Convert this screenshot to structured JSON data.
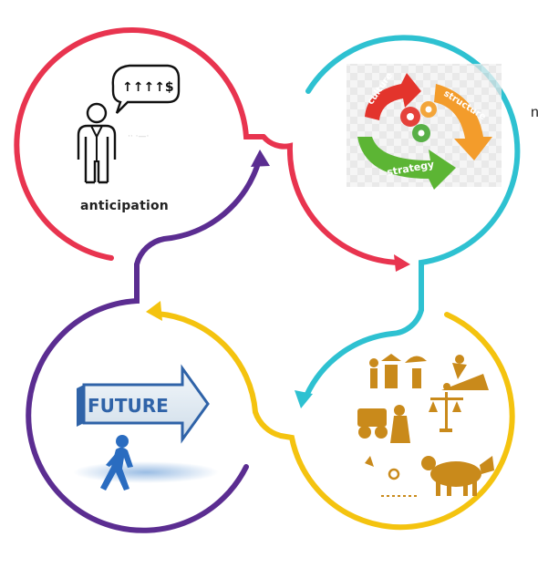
{
  "diagram": {
    "cropped_edge_text": "nt",
    "colors": {
      "red": "#e8344f",
      "blue": "#2ec1d1",
      "yellow": "#f4c30f",
      "purple": "#5b2d91"
    },
    "nodes": [
      {
        "id": "anticipation",
        "label": "anticipation",
        "icon": "businessman-speech-bubble-icon",
        "bubble_text": "↑↑↑↑$",
        "ring_color": "red"
      },
      {
        "id": "culture-structure-strategy",
        "icon": "cycle-arrows-gears-icon",
        "words": {
          "culture": "culture",
          "structure": "structure",
          "strategy": "strategy"
        },
        "ring_color": "blue"
      },
      {
        "id": "traditional-activities",
        "icon": "traditional-activities-pictograms-icon",
        "ring_color": "yellow"
      },
      {
        "id": "future",
        "icon": "future-arrow-walking-person-icon",
        "sign_text": "FUTURE",
        "ring_color": "purple"
      }
    ]
  }
}
